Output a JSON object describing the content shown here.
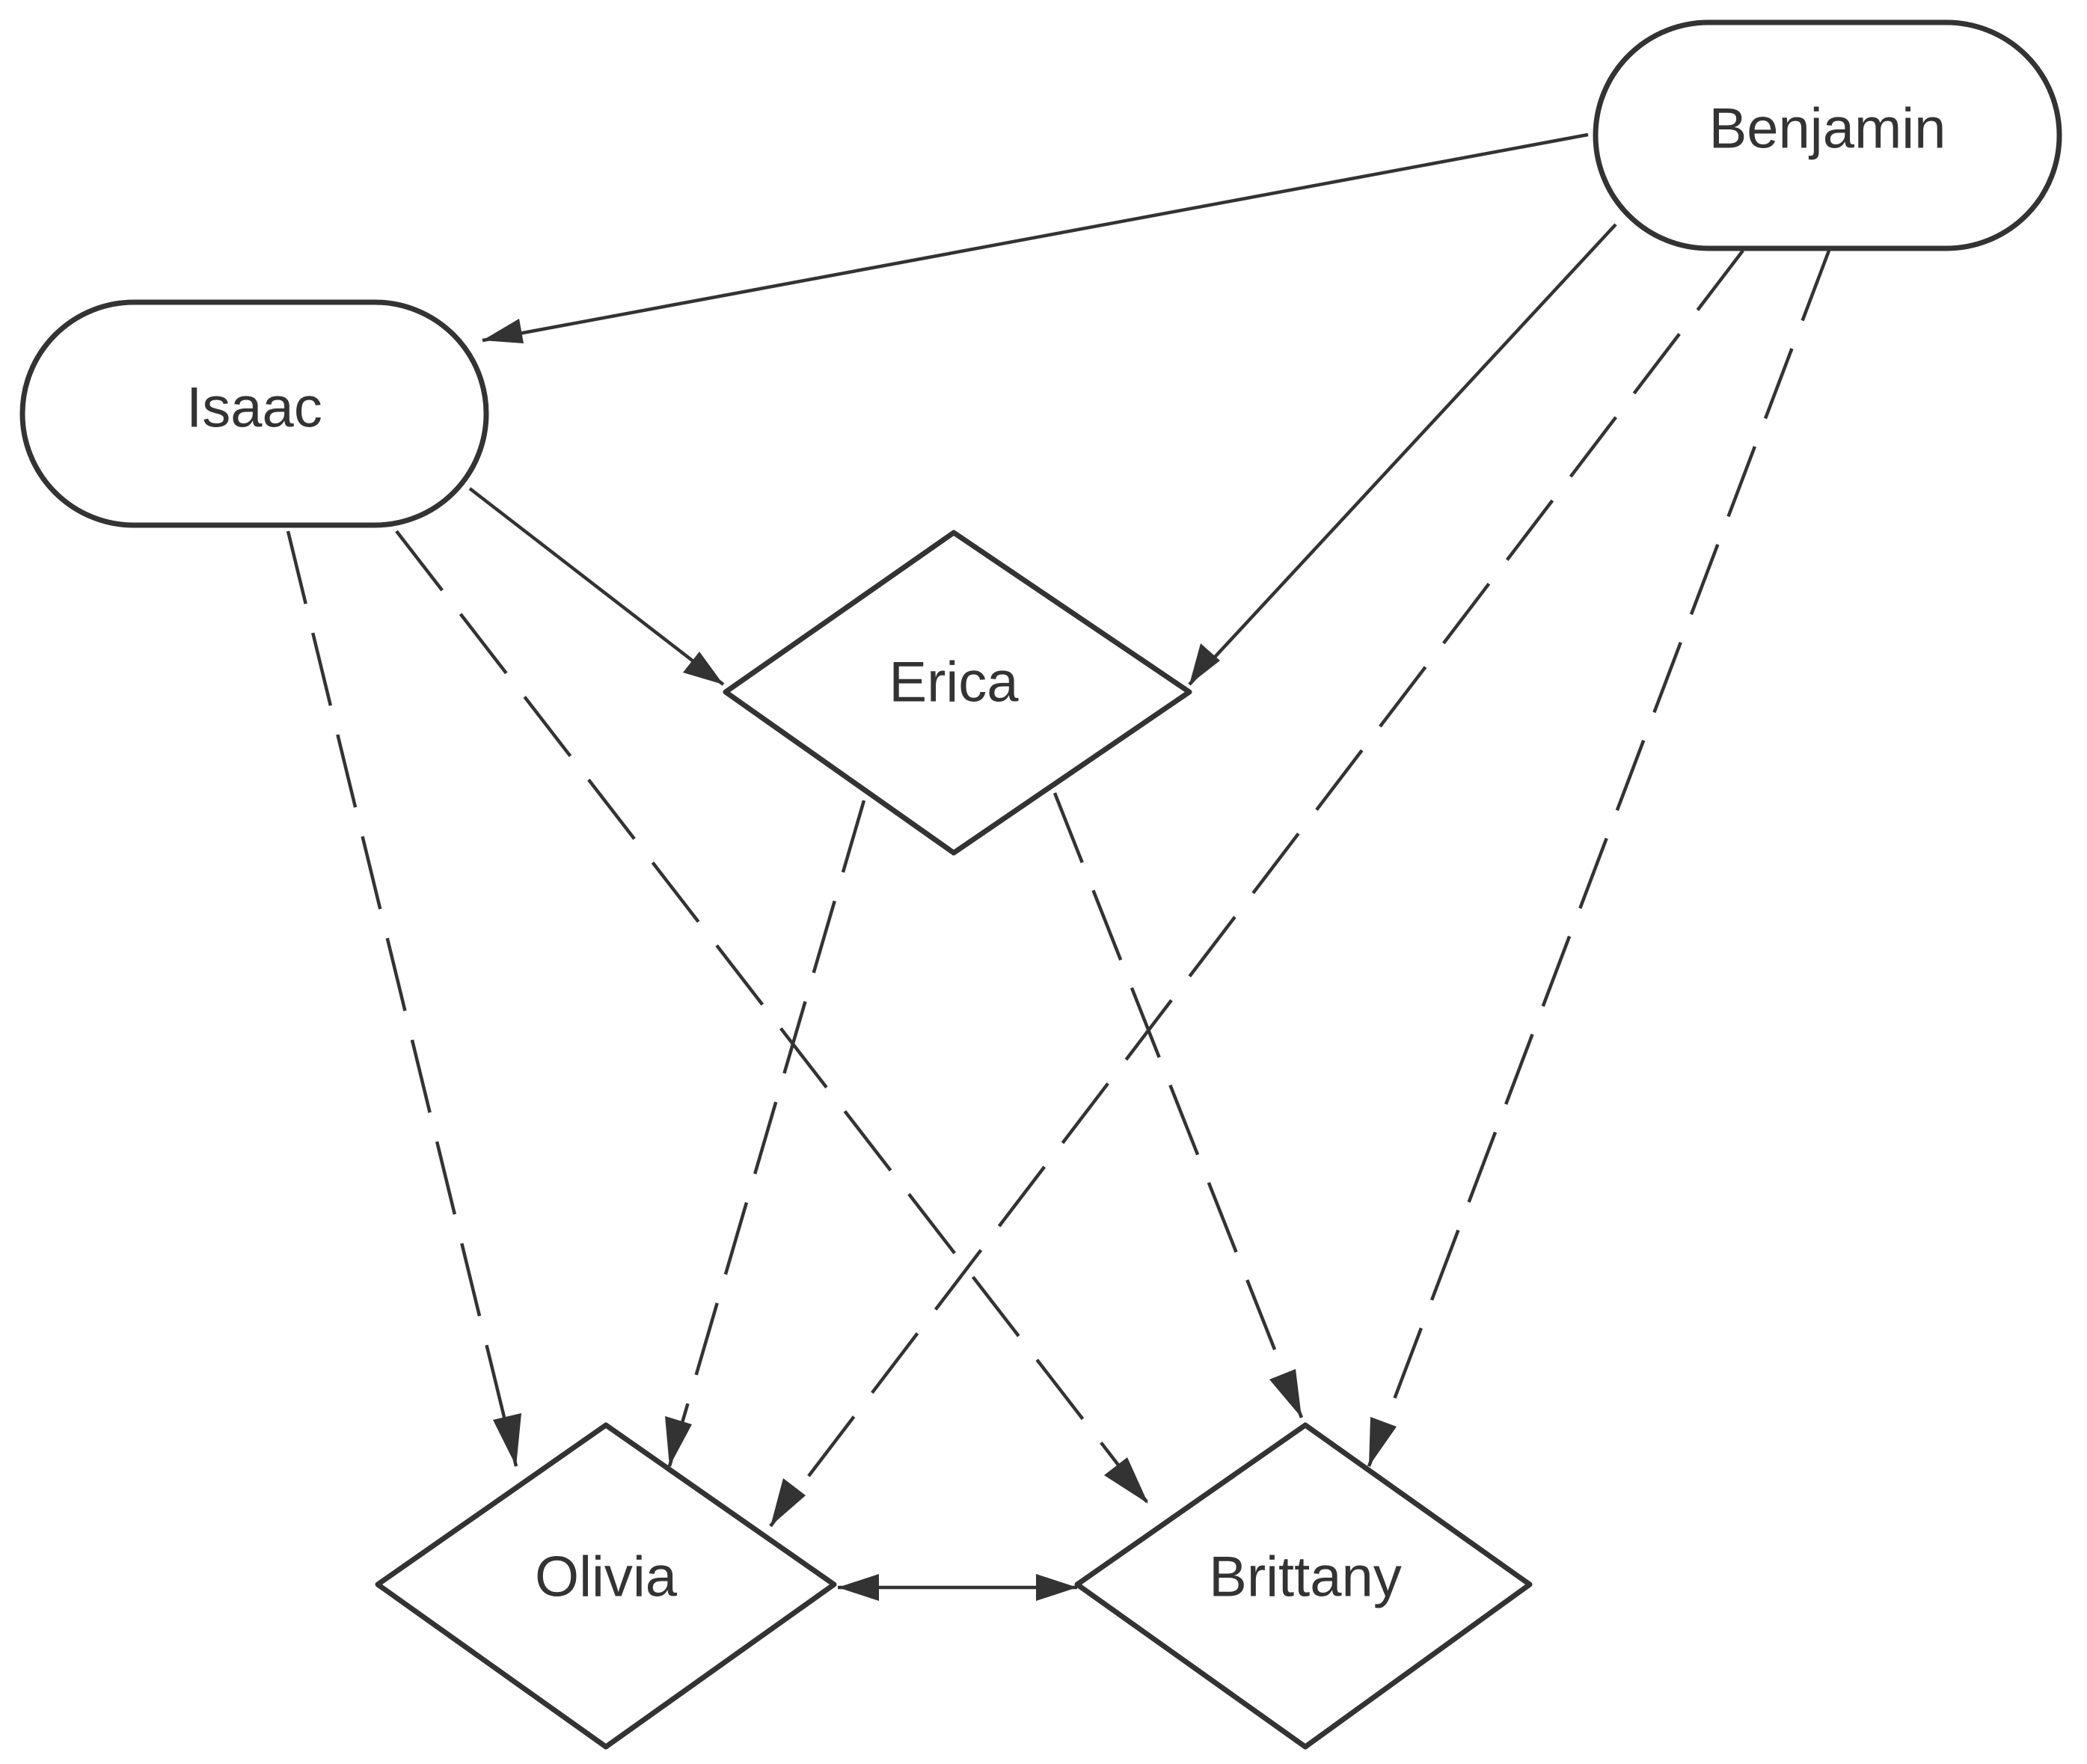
{
  "diagram": {
    "nodes": [
      {
        "id": "benjamin",
        "label": "Benjamin",
        "shape": "rounded-rect"
      },
      {
        "id": "isaac",
        "label": "Isaac",
        "shape": "rounded-rect"
      },
      {
        "id": "erica",
        "label": "Erica",
        "shape": "diamond"
      },
      {
        "id": "olivia",
        "label": "Olivia",
        "shape": "diamond"
      },
      {
        "id": "brittany",
        "label": "Brittany",
        "shape": "diamond"
      }
    ],
    "edges": [
      {
        "from": "benjamin",
        "to": "isaac",
        "style": "solid",
        "direction": "forward"
      },
      {
        "from": "benjamin",
        "to": "erica",
        "style": "solid",
        "direction": "forward"
      },
      {
        "from": "isaac",
        "to": "erica",
        "style": "solid",
        "direction": "forward"
      },
      {
        "from": "isaac",
        "to": "olivia",
        "style": "dashed",
        "direction": "forward"
      },
      {
        "from": "isaac",
        "to": "brittany",
        "style": "dashed",
        "direction": "forward"
      },
      {
        "from": "erica",
        "to": "olivia",
        "style": "dashed",
        "direction": "forward"
      },
      {
        "from": "erica",
        "to": "brittany",
        "style": "dashed",
        "direction": "forward"
      },
      {
        "from": "benjamin",
        "to": "olivia",
        "style": "dashed",
        "direction": "forward"
      },
      {
        "from": "benjamin",
        "to": "brittany",
        "style": "dashed",
        "direction": "forward"
      },
      {
        "from": "olivia",
        "to": "brittany",
        "style": "solid",
        "direction": "both"
      }
    ],
    "colors": {
      "stroke": "#333333",
      "text": "#333333",
      "background": "#ffffff"
    }
  }
}
